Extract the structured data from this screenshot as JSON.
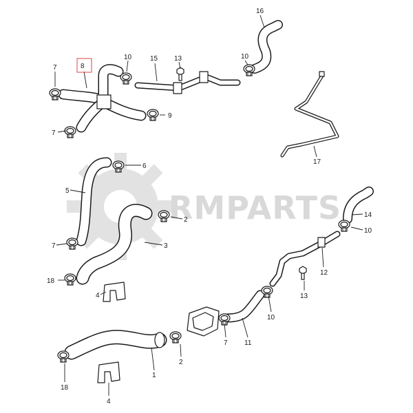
{
  "watermark": {
    "text": "RMPARTS"
  },
  "callouts": [
    {
      "id": "c8",
      "text": "8"
    },
    {
      "id": "c7a",
      "text": "7"
    },
    {
      "id": "c7b",
      "text": "7"
    },
    {
      "id": "c10a",
      "text": "10"
    },
    {
      "id": "c15",
      "text": "15"
    },
    {
      "id": "c13a",
      "text": "13"
    },
    {
      "id": "c10b",
      "text": "10"
    },
    {
      "id": "c16",
      "text": "16"
    },
    {
      "id": "c9",
      "text": "9"
    },
    {
      "id": "c17",
      "text": "17"
    },
    {
      "id": "c6",
      "text": "6"
    },
    {
      "id": "c5",
      "text": "5"
    },
    {
      "id": "c2a",
      "text": "2"
    },
    {
      "id": "c3",
      "text": "3"
    },
    {
      "id": "c7c",
      "text": "7"
    },
    {
      "id": "c18a",
      "text": "18"
    },
    {
      "id": "c4a",
      "text": "4"
    },
    {
      "id": "c14",
      "text": "14"
    },
    {
      "id": "c10c",
      "text": "10"
    },
    {
      "id": "c12",
      "text": "12"
    },
    {
      "id": "c13b",
      "text": "13"
    },
    {
      "id": "c10d",
      "text": "10"
    },
    {
      "id": "c11",
      "text": "11"
    },
    {
      "id": "c7d",
      "text": "7"
    },
    {
      "id": "c2b",
      "text": "2"
    },
    {
      "id": "c1",
      "text": "1"
    },
    {
      "id": "c18b",
      "text": "18"
    },
    {
      "id": "c4b",
      "text": "4"
    }
  ],
  "highlight_callout": "8"
}
